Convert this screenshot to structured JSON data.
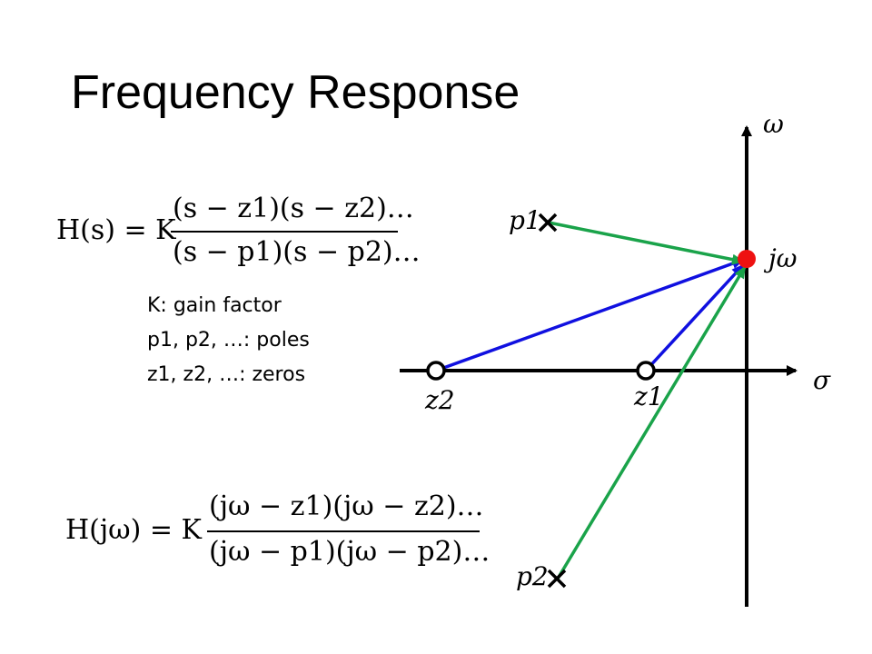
{
  "slide": {
    "title": "Frequency Response",
    "definitions": {
      "gain": "K: gain factor",
      "poles_prefix": "p",
      "poles_text": "p1, p2, …: poles",
      "zeros_text": "z1, z2, …: zeros"
    },
    "equation_s": {
      "lhs": "H(s) = K",
      "numerator": "(s − z1)(s − z2)…",
      "denominator": "(s − p1)(s − p2)…"
    },
    "equation_jw": {
      "lhs": "H(jω) = K",
      "numerator": "(jω − z1)(jω − z2)…",
      "denominator": "(jω − p1)(jω − p2)…"
    },
    "diagram": {
      "axis_vertical_label": "ω",
      "axis_horizontal_label": "σ",
      "point_label": "jω",
      "pole1_label": "p1",
      "pole2_label": "p2",
      "zero1_label": "z1",
      "zero2_label": "z2",
      "colors": {
        "pole_vectors": "#1aa34a",
        "zero_vectors": "#1010e0",
        "point": "#ee1111",
        "axes": "#000000"
      }
    }
  }
}
